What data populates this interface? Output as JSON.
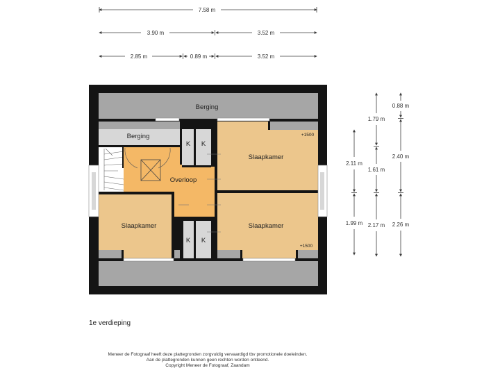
{
  "colors": {
    "wall": "#141414",
    "room_fill": "#ecc68c",
    "hall_fill": "#f4b866",
    "roof_fill": "#a6a6a6",
    "storage_fill": "#d7d7d7",
    "dim_line": "#3c3c3c"
  },
  "dimensions": {
    "top_total": "7.58 m",
    "row2": [
      "3.90 m",
      "3.52 m"
    ],
    "row3": [
      "2.85 m",
      "0.89 m",
      "3.52 m"
    ],
    "right_col1": [
      "2.11 m",
      "1.99 m"
    ],
    "right_col2": [
      "1.79 m",
      "1.61 m",
      "2.17 m"
    ],
    "right_col3": [
      "0.88 m",
      "2.40 m",
      "2.26 m"
    ]
  },
  "rooms": {
    "berging_top": "Berging",
    "berging_left": "Berging",
    "overloop": "Overloop",
    "slaapkamer_top_right": "Slaapkamer",
    "slaapkamer_bottom_left": "Slaapkamer",
    "slaapkamer_bottom_right": "Slaapkamer",
    "k_top_left": "K",
    "k_top_right": "K",
    "k_bottom_left": "K",
    "k_bottom_right": "K"
  },
  "heights": {
    "top_right": "+1500",
    "bottom_right": "+1500"
  },
  "floor_label": "1e verdieping",
  "footer": {
    "line1": "Meneer de Fotograaf heeft deze plattegronden zorgvuldig vervaardigd tbv promotionele doeleinden.",
    "line2": "Aan de plattegronden kunnen geen rechten worden ontleend.",
    "line3": "Copyright Meneer de Fotograaf, Zaandam"
  }
}
